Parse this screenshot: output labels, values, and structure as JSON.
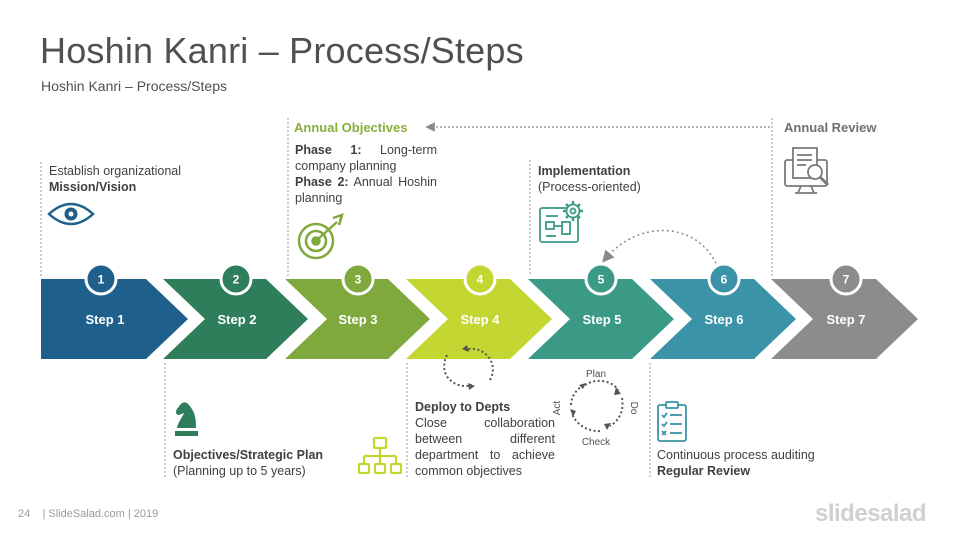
{
  "title": "Hoshin Kanri – Process/Steps",
  "subtitle": "Hoshin Kanri – Process/Steps",
  "steps": [
    {
      "number": "1",
      "label": "Step 1",
      "color": "#1f5f8b"
    },
    {
      "number": "2",
      "label": "Step 2",
      "color": "#2e7d5b"
    },
    {
      "number": "3",
      "label": "Step 3",
      "color": "#7fa93d"
    },
    {
      "number": "4",
      "label": "Step 4",
      "color": "#c4d631"
    },
    {
      "number": "5",
      "label": "Step 5",
      "color": "#3a9a86"
    },
    {
      "number": "6",
      "label": "Step 6",
      "color": "#3b93a8"
    },
    {
      "number": "7",
      "label": "Step 7",
      "color": "#8c8c8c"
    }
  ],
  "step1_note": {
    "line1": "Establish organizational",
    "line2": "Mission/Vision"
  },
  "step2_note": {
    "heading": "Objectives/Strategic Plan",
    "body": "(Planning  up to 5 years)"
  },
  "step3_note": {
    "heading": "Annual Objectives",
    "phase1_label": "Phase 1:",
    "phase1_text": " Long-term company planning",
    "phase2_label": "Phase 2:",
    "phase2_text": " Annual Hoshin planning"
  },
  "step4_note": {
    "heading": "Deploy to Depts",
    "body": "Close collaboration between different department to achieve common objectives"
  },
  "step5_note": {
    "heading": "Implementation",
    "body": "(Process-oriented)"
  },
  "pdca": {
    "plan": "Plan",
    "do": "Do",
    "check": "Check",
    "act": "Act"
  },
  "step6_note": {
    "line1": "Continuous process auditing",
    "line2": "Regular Review"
  },
  "step7_note": {
    "heading": "Annual Review"
  },
  "footer": {
    "page": "24",
    "text": "| SlideSalad.com | 2019"
  },
  "brand": "slidesalad"
}
